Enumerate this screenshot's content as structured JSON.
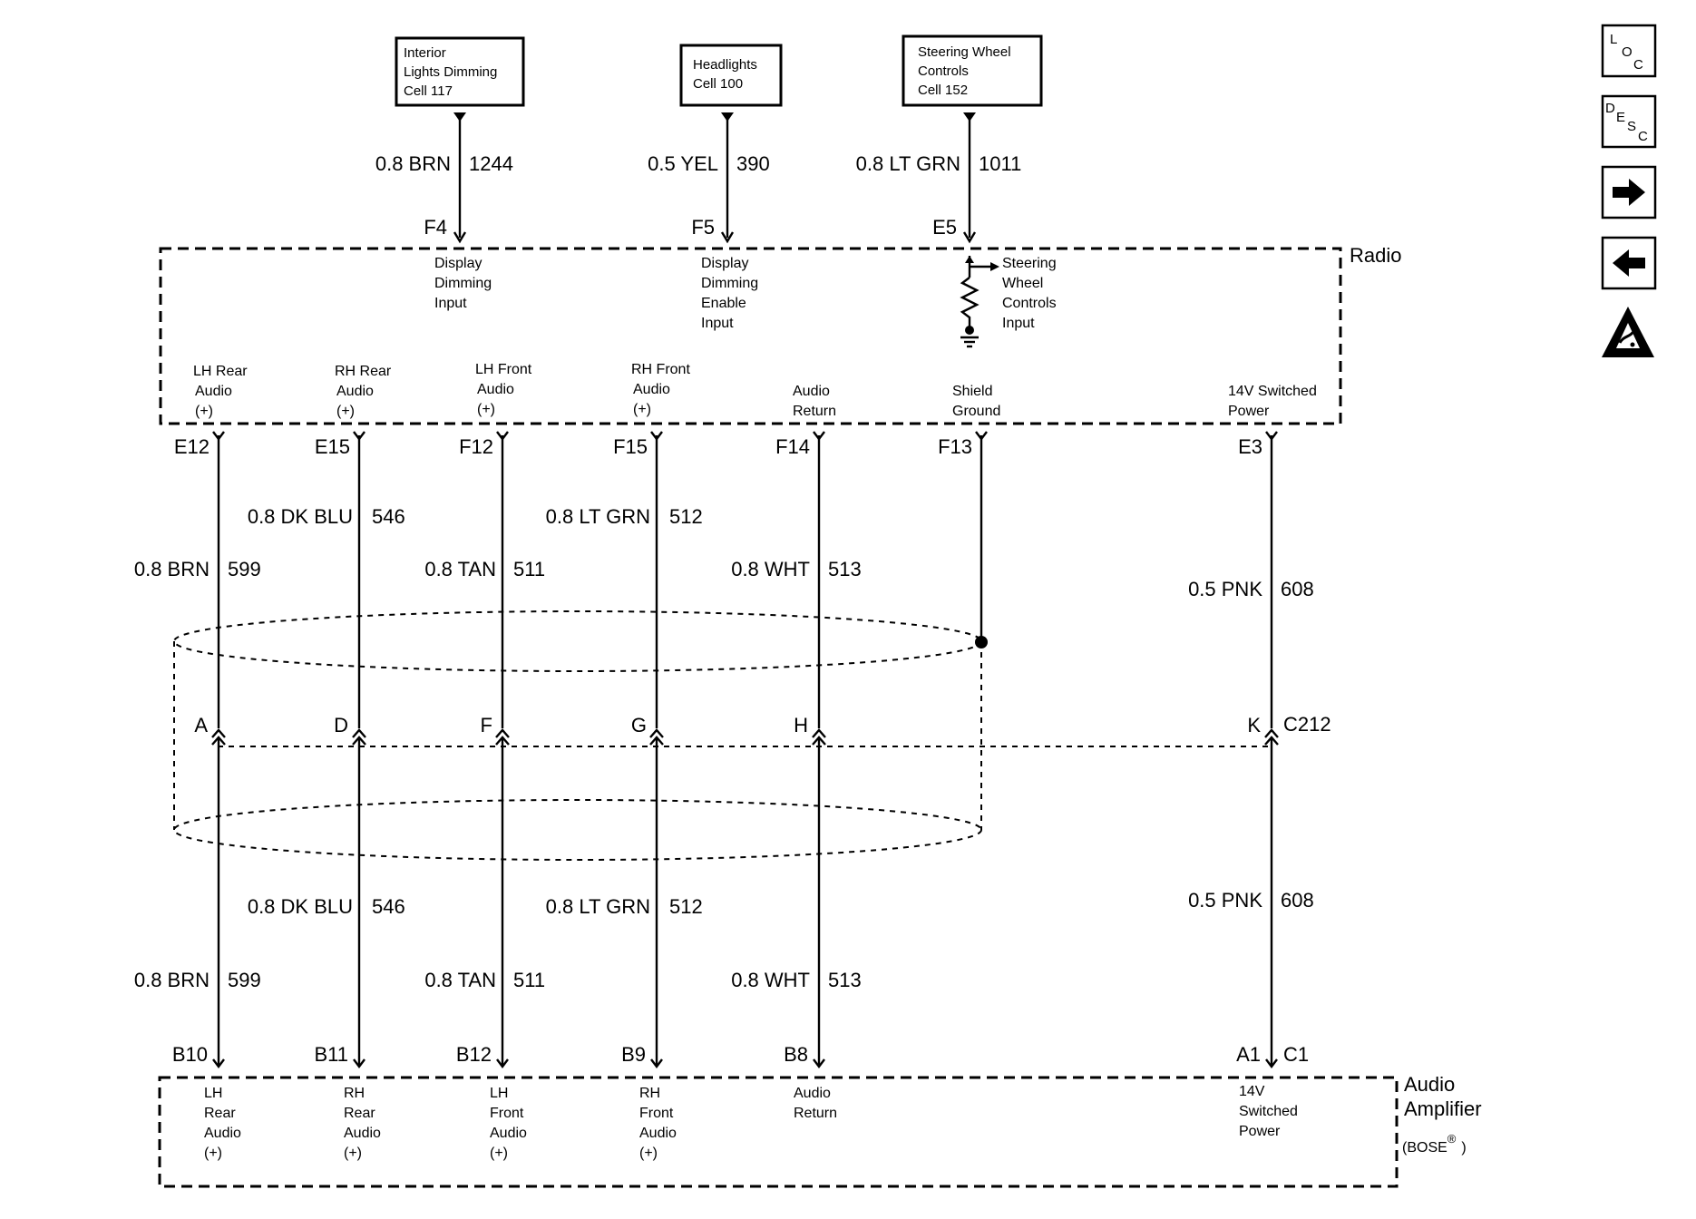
{
  "sources": [
    {
      "lines": [
        "Interior",
        "Lights Dimming",
        "Cell 117"
      ]
    },
    {
      "lines": [
        "Headlights",
        "Cell 100"
      ]
    },
    {
      "lines": [
        "Steering Wheel",
        "Controls",
        "Cell 152"
      ]
    }
  ],
  "top_wires": [
    {
      "gauge_color": "0.8 BRN",
      "circuit": "1244",
      "pin": "F4",
      "desc": [
        "Display",
        "Dimming",
        "Input"
      ]
    },
    {
      "gauge_color": "0.5 YEL",
      "circuit": "390",
      "pin": "F5",
      "desc": [
        "Display",
        "Dimming",
        "Enable",
        "Input"
      ]
    },
    {
      "gauge_color": "0.8 LT GRN",
      "circuit": "1011",
      "pin": "E5",
      "desc": [
        "Steering",
        "Wheel",
        "Controls",
        "Input"
      ]
    }
  ],
  "radio": {
    "label": "Radio"
  },
  "amplifier": {
    "label_lines": [
      "Audio",
      "Amplifier"
    ],
    "brand": "(BOSE",
    "brand_mark": "®",
    "brand_close": ")"
  },
  "connector": {
    "label": "C212",
    "amp_connector": "C1"
  },
  "wires": [
    {
      "radio_desc": [
        "LH Rear",
        "Audio",
        "(+)"
      ],
      "radio_pin": "E12",
      "upper_gauge_color": "0.8 BRN",
      "upper_circuit": "599",
      "c212_pin": "A",
      "lower_gauge_color": "0.8 BRN",
      "lower_circuit": "599",
      "amp_pin": "B10",
      "amp_desc": [
        "LH",
        "Rear",
        "Audio",
        "(+)"
      ]
    },
    {
      "radio_desc": [
        "RH Rear",
        "Audio",
        "(+)"
      ],
      "radio_pin": "E15",
      "upper_gauge_color": "0.8 DK BLU",
      "upper_circuit": "546",
      "c212_pin": "D",
      "lower_gauge_color": "0.8 DK BLU",
      "lower_circuit": "546",
      "amp_pin": "B11",
      "amp_desc": [
        "RH",
        "Rear",
        "Audio",
        "(+)"
      ]
    },
    {
      "radio_desc": [
        "LH Front",
        "Audio",
        "(+)"
      ],
      "radio_pin": "F12",
      "upper_gauge_color": "0.8 TAN",
      "upper_circuit": "511",
      "c212_pin": "F",
      "lower_gauge_color": "0.8 TAN",
      "lower_circuit": "511",
      "amp_pin": "B12",
      "amp_desc": [
        "LH",
        "Front",
        "Audio",
        "(+)"
      ]
    },
    {
      "radio_desc": [
        "RH Front",
        "Audio",
        "(+)"
      ],
      "radio_pin": "F15",
      "upper_gauge_color": "0.8 LT GRN",
      "upper_circuit": "512",
      "c212_pin": "G",
      "lower_gauge_color": "0.8 LT GRN",
      "lower_circuit": "512",
      "amp_pin": "B9",
      "amp_desc": [
        "RH",
        "Front",
        "Audio",
        "(+)"
      ]
    },
    {
      "radio_desc": [
        "Audio",
        "Return"
      ],
      "radio_pin": "F14",
      "upper_gauge_color": "0.8 WHT",
      "upper_circuit": "513",
      "c212_pin": "H",
      "lower_gauge_color": "0.8 WHT",
      "lower_circuit": "513",
      "amp_pin": "B8",
      "amp_desc": [
        "Audio",
        "Return"
      ]
    },
    {
      "radio_desc": [
        "Shield",
        "Ground"
      ],
      "radio_pin": "F13"
    },
    {
      "radio_desc": [
        "14V Switched",
        "Power"
      ],
      "radio_pin": "E3",
      "upper_gauge_color": "0.5 PNK",
      "upper_circuit": "608",
      "c212_pin": "K",
      "lower_gauge_color": "0.5 PNK",
      "lower_circuit": "608",
      "amp_pin": "A1",
      "amp_desc": [
        "14V",
        "Switched",
        "Power"
      ]
    }
  ],
  "nav": {
    "loc": {
      "l1": "L",
      "l2": "O",
      "l3": "C"
    },
    "desc": {
      "l1": "D",
      "l2": "E",
      "l3": "S",
      "l4": "C"
    }
  }
}
